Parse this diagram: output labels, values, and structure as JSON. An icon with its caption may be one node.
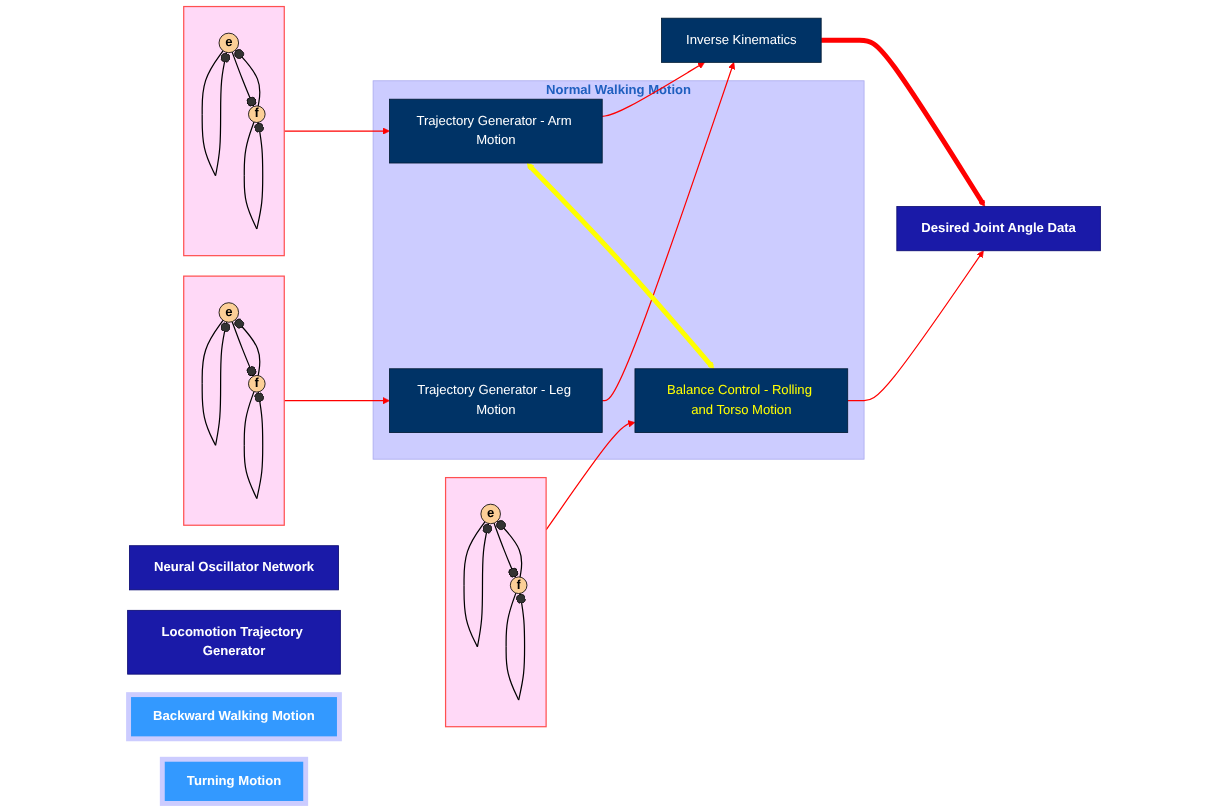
{
  "diagram": {
    "nodes": [
      {
        "text": [
          "Neural Oscillator Network"
        ]
      },
      {
        "text": [
          "Locomotion Trajectory Generator"
        ]
      },
      {
        "text": [
          "Desired Joint Angle Data"
        ]
      },
      {
        "text": [],
        "shape": "box"
      },
      {
        "text": [
          "e"
        ],
        "in": 3
      },
      {
        "text": [
          "f"
        ],
        "in": 3
      },
      {
        "text": [],
        "shape": "box"
      },
      {
        "text": [
          "e"
        ],
        "in": 6
      },
      {
        "text": [
          "f"
        ],
        "in": 6
      },
      {
        "text": [],
        "shape": "box"
      },
      {
        "text": [
          "e"
        ],
        "in": 9
      },
      {
        "text": [
          "f"
        ],
        "in": 9
      },
      {
        "text": [
          "Normal Walking Motion"
        ]
      },
      {
        "text": [
          "Trajectory Generator - Leg Motion"
        ],
        "in": 12
      },
      {
        "text": [
          "Trajectory Generator - Arm Motion"
        ],
        "in": 12
      },
      {
        "text": [
          "Balance Control - Rolling and Torso Motion"
        ],
        "in": 12
      },
      {
        "text": [
          "Inverse Kinematics"
        ]
      },
      {
        "text": [
          "Backward Walking Motion"
        ]
      },
      {
        "text": [
          "Turning Motion"
        ]
      }
    ],
    "edges": [
      {
        "from": 4,
        "to": 4,
        "arrow": "other"
      },
      {
        "from": 4,
        "to": 5,
        "arrow": "other"
      },
      {
        "from": 5,
        "to": 4,
        "arrow": "other"
      },
      {
        "from": 5,
        "to": 5,
        "arrow": "other"
      },
      {
        "from": 7,
        "to": 7,
        "arrow": "other"
      },
      {
        "from": 7,
        "to": 8,
        "arrow": "other"
      },
      {
        "from": 8,
        "to": 7,
        "arrow": "other"
      },
      {
        "from": 8,
        "to": 8,
        "arrow": "other"
      },
      {
        "from": 10,
        "to": 10,
        "arrow": "other"
      },
      {
        "from": 10,
        "to": 11,
        "arrow": "other"
      },
      {
        "from": 11,
        "to": 10,
        "arrow": "other"
      },
      {
        "from": 11,
        "to": 11,
        "arrow": "other"
      },
      {
        "from": 3,
        "to": 15,
        "arrow": "to",
        "color": "#ff0000"
      },
      {
        "from": 6,
        "to": 14,
        "arrow": "to",
        "color": "#ff0000"
      },
      {
        "from": 9,
        "to": 13,
        "arrow": "to",
        "color": "#ff0000"
      },
      {
        "from": 13,
        "to": 16,
        "arrow": "to",
        "color": "#ff0000"
      },
      {
        "from": 14,
        "to": 16,
        "arrow": "to",
        "color": "#ff0000"
      },
      {
        "from": 15,
        "to": 2,
        "arrow": "to",
        "color": "#ff0000"
      },
      {
        "from": 16,
        "to": 2,
        "arrow": "to",
        "style": "thick",
        "color": "#ff0000"
      },
      {
        "from": 14,
        "to": 15,
        "arrow": "both",
        "style": "thick",
        "color": "#ffff00"
      }
    ]
  }
}
